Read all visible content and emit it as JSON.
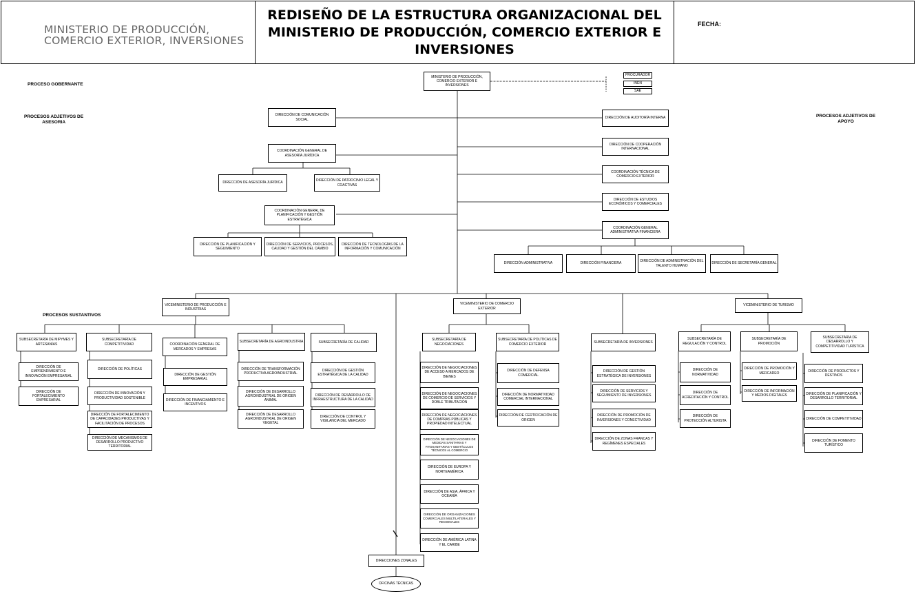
{
  "header": {
    "org_line1": "MINISTERIO DE PRODUCCIÓN,",
    "org_line2": "COMERCIO EXTERIOR, INVERSIONES",
    "title_line1": "REDISEÑO DE LA ESTRUCTURA ORGANIZACIONAL DEL",
    "title_line2": "MINISTERIO DE PRODUCCIÓN, COMERCIO EXTERIOR E",
    "title_line3": "INVERSIONES",
    "fecha_label": "FECHA:"
  },
  "process_labels": {
    "gobernante": "PROCESO GOBERNANTE",
    "asesoria": "PROCESOS ADJETIVOS DE\nASESORIA",
    "apoyo": "PROCESOS ADJETIVOS DE\nAPOYO",
    "sustantivos": "PROCESOS SUSTANTIVOS"
  },
  "units": {
    "ministerio": "MINISTERIO DE PRODUCCIÓN, COMERCIO EXTERIOR E INVERSIONES",
    "procurador": "PROCURADOR",
    "inen": "INEN",
    "sae": "SAE",
    "comunicacion": "DIRECCIÓN DE COMUNICACIÓN SOCIAL",
    "cg_juridica": "COORDINACIÓN GENERAL DE ASESORÍA JURÍDICA",
    "dir_asesoria": "DIRECCIÓN DE ASESORÍA JURÍDICA",
    "dir_patrocinio": "DIRECCIÓN DE PATROCINIO LEGAL Y COACTIVAS",
    "cg_planificacion": "COORDINACIÓN GENERAL DE PLANIFICACIÓN Y GESTIÓN ESTRATÉGICA",
    "dir_planificacion": "DIRECCIÓN DE PLANIFICACIÓN Y SEGUIMIENTO",
    "dir_servicios": "DIRECCIÓN DE SERVICIOS, PROCESOS, CALIDAD Y GESTIÓN DEL CAMBIO",
    "dir_tecnologias": "DIRECCIÓN DE TECNOLOGÍAS DE LA INFORMACIÓN Y COMUNICACIÓN",
    "auditoria": "DIRECCIÓN DE AUDITORÍA INTERNA",
    "cooperacion": "DIRECCIÓN DE COOPERACIÓN INTERNACIONAL",
    "coord_tecnica": "COORDINACIÓN TÉCNICA DE COMERCIO EXTERIOR",
    "estudios": "DIRECCIÓN DE ESTUDIOS ECONÓMICOS Y COMERCIALES",
    "cg_administrativa": "COORDINACIÓN GENERAL ADMINISTRATIVA FINANCIERA",
    "dir_administrativa": "DIRECCIÓN ADMINISTRATIVA",
    "dir_financiera": "DIRECCIÓN FINANCIERA",
    "dir_talento": "DIRECCIÓN DE ADMINISTRACIÓN DEL TALENTO HUMANO",
    "dir_secretaria": "DIRECCIÓN DE SECRETARÍA GENERAL",
    "vm_produccion": "VICEMINISTERIO DE PRODUCCIÓN E INDUSTRIAS",
    "vm_comercio": "VICEMINISTERIO DE COMERCIO EXTERIOR",
    "vm_turismo": "VICEMINISTERIO DE TURISMO",
    "ss_mipymes": "SUBSECRETARÍA DE MIPYMES Y ARTESANÍAS",
    "d_emprendimiento": "DIRECCIÓN DE EMPRENDIMIENTO E INNOVACIÓN EMPRESARIAL",
    "d_fortalecimiento": "DIRECCIÓN DE FORTALECIMIENTO EMPRESARIAL",
    "ss_competitividad": "SUBSECRETARÍA DE COMPETITIVIDAD",
    "d_politicas": "DIRECCIÓN DE POLÍTICAS",
    "d_innovacion": "DIRECCIÓN DE INNOVACIÓN Y PRODUCTIVIDAD SOSTENIBLE",
    "d_capacidades": "DIRECCIÓN DE FORTALECIMIENTO DE CAPACIDADES PRODUCTIVAS Y FACILITACIÓN DE PROCESOS",
    "d_mecanismos": "DIRECCIÓN DE MECANISMOS DE DESARROLLO PRODUCTIVO TERRITORIAL",
    "cg_mercados": "COORDINACIÓN GENERAL DE MERCADOS Y EMPRESAS",
    "d_gestion_emp": "DIRECCIÓN DE GESTIÓN EMPRESARIAL",
    "d_financiamiento": "DIRECCIÓN DE FINANCIAMIENTO E INCENTIVOS",
    "ss_agroindustria": "SUBSECRETARÍA DE AGROINDUSTRIA",
    "d_transformacion": "DIRECCIÓN DE TRANSFORMACIÓN PRODUCTIVA AGROINDUSTRIAL",
    "d_agro_animal": "DIRECCIÓN DE DESARROLLO AGROINDUSTRIAL DE ORIGEN ANIMAL",
    "d_agro_vegetal": "DIRECCIÓN DE DESARROLLO AGROINDUSTRIAL DE ORIGEN VEGETAL",
    "ss_calidad": "SUBSECRETARÍA DE CALIDAD",
    "d_gestion_calidad": "DIRECCIÓN DE GESTIÓN ESTRATÉGICA DE LA CALIDAD",
    "d_infraestructura": "DIRECCIÓN DE DESARROLLO DE INFRAESTRUCTURA DE LA CALIDAD",
    "d_control": "DIRECCIÓN DE CONTROL Y VIGILANCIA DEL MERCADO",
    "ss_negociaciones": "SUBSECRETARÍA DE NEGOCIACIONES",
    "d_neg_acceso": "DIRECCIÓN DE NEGOCIACIONES DE ACCESO A MERCADOS DE BIENES",
    "d_neg_servicios": "DIRECCIÓN DE NEGOCIACIONES DE COMERCIO DE SERVICIOS Y DOBLE TRIBUTACIÓN",
    "d_neg_compras": "DIRECCIÓN DE NEGOCIACIONES DE COMPRAS PÚBLICAS Y PROPIEDAD INTELECTUAL",
    "d_neg_medidas": "DIRECCIÓN DE NEGOCIACIONES DE MEDIDAS SANITARIAS Y FITOSANITARIAS Y OBSTÁCULOS TÉCNICOS AL COMERCIO",
    "d_europa": "DIRECCIÓN DE EUROPA Y NORTEAMÉRICA",
    "d_asia": "DIRECCIÓN DE ASIA, ÁFRICA Y OCEANÍA",
    "d_organizaciones": "DIRECCIÓN DE ORGANIZACIONES COMERCIALES MULTILATERALES Y REGIONALES",
    "d_america": "DIRECCIÓN DE AMÉRICA LATINA Y EL CARIBE",
    "ss_politicas_ce": "SUBSECRETARÍA DE POLÍTICAS DE COMERCIO EXTERIOR",
    "d_defensa": "DIRECCIÓN DE DEFENSA COMERCIAL",
    "d_normatividad_ci": "DIRECCIÓN DE NORMATIVIDAD COMERCIAL INTERNACIONAL",
    "d_certificacion": "DIRECCIÓN DE CERTIFICACIÓN DE ORIGEN",
    "ss_inversiones": "SUBSECRETARÍA DE INVERSIONES",
    "d_gest_inv": "DIRECCIÓN DE GESTIÓN ESTRATÉGICA DE INVERSIONES",
    "d_serv_inv": "DIRECCIÓN DE SERVICIOS Y SEGUIMIENTO DE INVERSIONES",
    "d_prom_inv": "DIRECCIÓN DE PROMOCIÓN DE INVERSIONES Y CONECTIVIDAD",
    "d_zonas": "DIRECCIÓN DE ZONAS FRANCAS Y REGÍMENES ESPECIALES",
    "ss_regulacion": "SUBSECRETARÍA DE REGULACIÓN Y CONTROL",
    "d_normatividad": "DIRECCIÓN DE NORMATIVIDAD",
    "d_acreditacion": "DIRECCIÓN DE ACREDITACIÓN Y CONTROL",
    "d_proteccion": "DIRECCIÓN DE PROTECCIÓN ALTURISTA",
    "ss_promocion": "SUBSECRETARÍA DE PROMOCIÓN",
    "d_promocion": "DIRECCIÓN DE PROMOCIÓN Y MERCADEO",
    "d_informacion": "DIRECCIÓN DE INFORMACIÓN Y MEDIOS DIGITALES",
    "ss_desarrollo": "SUBSECRETARÍA DE DESARROLLO Y COMPETITIVIDAD TURÍSTICA",
    "d_productos": "DIRECCIÓN DE PRODUCTOS Y DESTINOS",
    "d_planif_turismo": "DIRECCIÓN DE PLANIFICACIÓN Y DESARROLLO TERRITORIAL",
    "d_competitividad": "DIRECCIÓN DE COMPETITIVIDAD",
    "d_fomento": "DIRECCIÓN DE FOMENTO TURÍSTICO",
    "zonales": "DIRECCIONES ZONALES",
    "oficinas": "OFICINAS TÉCNICAS"
  }
}
